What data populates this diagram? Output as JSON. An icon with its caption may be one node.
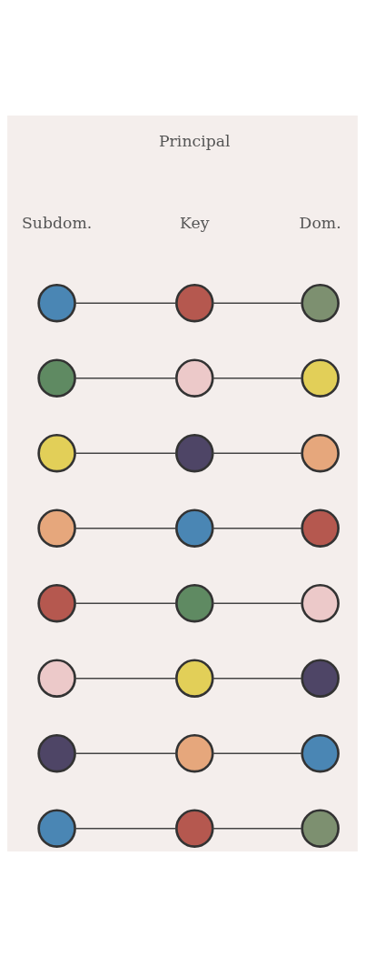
{
  "diagram": {
    "nodes": [
      {
        "text": [],
        "shape": "circle"
      },
      {
        "text": [],
        "shape": "circle"
      },
      {
        "text": [],
        "shape": "circle"
      },
      {
        "text": [],
        "shape": "circle"
      },
      {
        "text": [],
        "shape": "circle"
      },
      {
        "text": [],
        "shape": "circle"
      },
      {
        "text": [],
        "shape": "circle"
      },
      {
        "text": [],
        "shape": "circle"
      },
      {
        "text": [],
        "shape": "circle"
      },
      {
        "text": [],
        "shape": "circle"
      },
      {
        "text": [],
        "shape": "circle"
      },
      {
        "text": [],
        "shape": "circle"
      },
      {
        "text": [],
        "shape": "circle"
      },
      {
        "text": [],
        "shape": "circle"
      },
      {
        "text": [],
        "shape": "circle"
      },
      {
        "text": [],
        "shape": "circle"
      },
      {
        "text": [],
        "shape": "circle"
      },
      {
        "text": [],
        "shape": "circle"
      },
      {
        "text": [],
        "shape": "circle"
      },
      {
        "text": [],
        "shape": "circle"
      },
      {
        "text": [],
        "shape": "circle"
      },
      {
        "text": [],
        "shape": "circle"
      },
      {
        "text": [],
        "shape": "circle"
      },
      {
        "text": [],
        "shape": "circle"
      }
    ],
    "edges": [
      {
        "from": 0,
        "to": 1,
        "arrow": "none"
      },
      {
        "from": 1,
        "to": 2,
        "arrow": "none"
      },
      {
        "from": 3,
        "to": 4,
        "arrow": "none"
      },
      {
        "from": 4,
        "to": 5,
        "arrow": "none"
      },
      {
        "from": 6,
        "to": 7,
        "arrow": "none"
      },
      {
        "from": 7,
        "to": 8,
        "arrow": "none"
      },
      {
        "from": 9,
        "to": 10,
        "arrow": "none"
      },
      {
        "from": 10,
        "to": 11,
        "arrow": "none"
      },
      {
        "from": 12,
        "to": 13,
        "arrow": "none"
      },
      {
        "from": 13,
        "to": 14,
        "arrow": "none"
      },
      {
        "from": 15,
        "to": 16,
        "arrow": "none"
      },
      {
        "from": 16,
        "to": 17,
        "arrow": "none"
      },
      {
        "from": 18,
        "to": 19,
        "arrow": "none"
      },
      {
        "from": 19,
        "to": 20,
        "arrow": "none"
      },
      {
        "from": 21,
        "to": 22,
        "arrow": "none"
      },
      {
        "from": 22,
        "to": 23,
        "arrow": "none"
      }
    ],
    "labels": [
      "Principal",
      "Subdom.",
      "Key",
      "Dom."
    ]
  }
}
